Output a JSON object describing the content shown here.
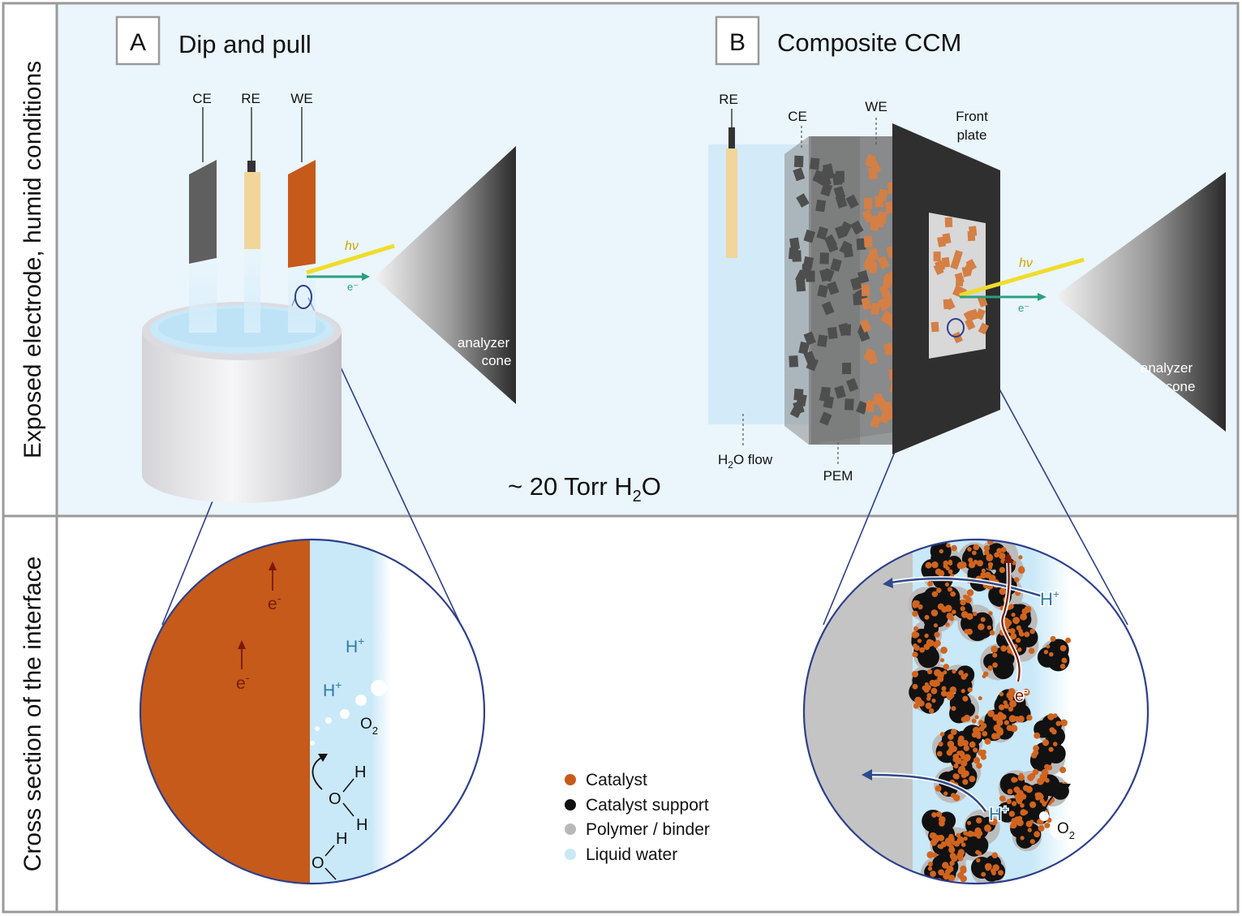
{
  "rows": {
    "top_label": "Exposed electrode,  humid conditions",
    "bottom_label": "Cross section of the interface"
  },
  "panel_a": {
    "letter": "A",
    "title": "Dip and pull",
    "electrodes": [
      "CE",
      "RE",
      "WE"
    ],
    "photon": "hν",
    "electron": "e⁻",
    "analyzer": [
      "analyzer",
      "cone"
    ],
    "pressure_prefix": "~ 20 Torr H",
    "pressure_sub": "2",
    "pressure_suffix": "O"
  },
  "panel_b": {
    "letter": "B",
    "title": "Composite CCM",
    "re": "RE",
    "ce": "CE",
    "we": "WE",
    "front_plate": [
      "Front",
      "plate"
    ],
    "h2o_flow": [
      "H",
      "2",
      "O flow"
    ],
    "pem": "PEM",
    "photon": "hν",
    "electron": "e⁻",
    "analyzer": [
      "analyzer",
      "cone"
    ]
  },
  "zoom_a": {
    "electron_label": "e",
    "electron_sup": "-",
    "proton": "H",
    "proton_sup": "+",
    "oxygen": "O",
    "oxygen_sub": "2",
    "hydrogen": "H",
    "oxygen_atom": "O"
  },
  "zoom_b": {
    "proton": "H",
    "proton_sup": "+",
    "electron": "e",
    "electron_sup": "-",
    "oxygen": "O",
    "oxygen_sub": "2"
  },
  "legend": [
    {
      "label": "Catalyst",
      "color": "#c55a1a"
    },
    {
      "label": "Catalyst support",
      "color": "#111111"
    },
    {
      "label": "Polymer / binder",
      "color": "#b8b8b8"
    },
    {
      "label": "Liquid water",
      "color": "#c9e8f8"
    }
  ],
  "colors": {
    "top_bg": "#eaf5fc",
    "border": "#9a9a9a",
    "catalyst": "#c55a1a",
    "water": "#c9e8f8",
    "circle_border": "#2e3f8c",
    "proton_text": "#2e7aa8",
    "electron_text": "#7a1a0a",
    "photon": "#f0dc2a"
  }
}
